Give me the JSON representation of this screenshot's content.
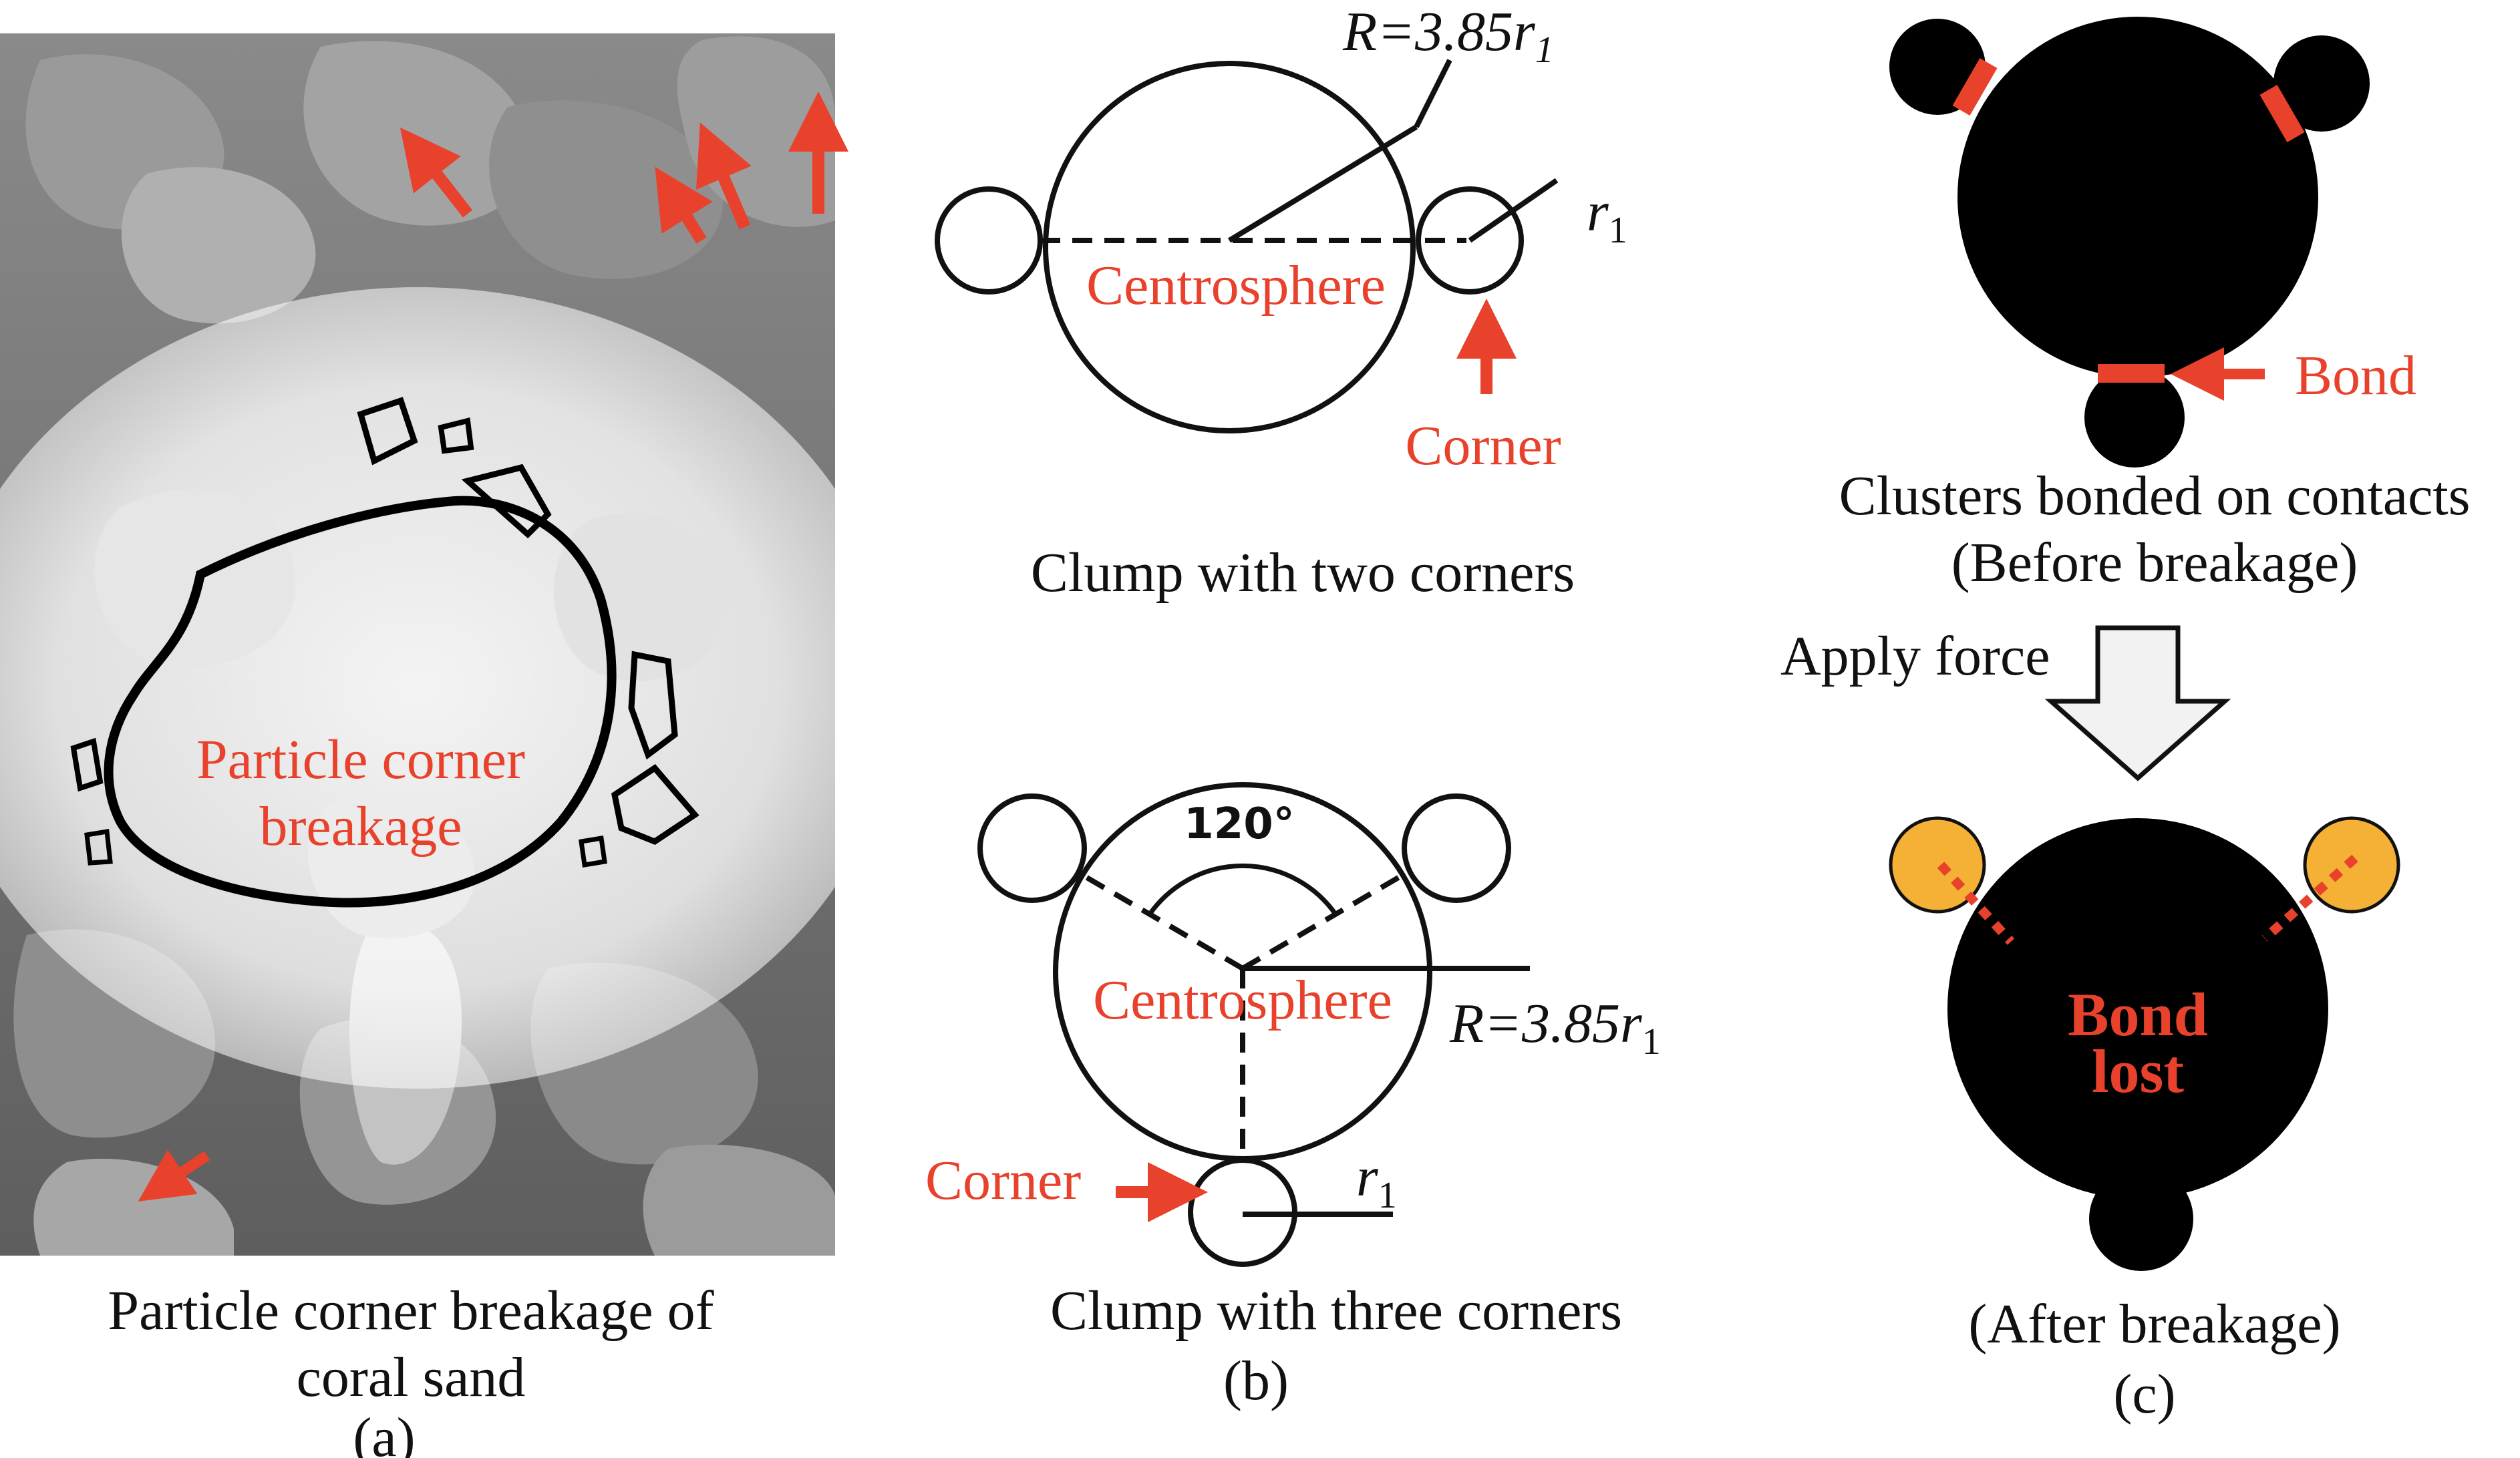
{
  "colors": {
    "accent_red": "#e8412c",
    "particle_black": "#000000",
    "broken_corner_orange": "#f4b135",
    "photo_gray": "#7a7a7a",
    "overlay_white": "#ffffff"
  },
  "panel_a": {
    "caption_line1": "Particle corner breakage of",
    "caption_line2": "coral sand",
    "label": "(a)",
    "overlay_line1": "Particle corner",
    "overlay_line2": "breakage"
  },
  "panel_b": {
    "two": {
      "radius_label": "R=3.85r",
      "radius_sub": "1",
      "small_label": "r",
      "small_sub": "1",
      "centro_label": "Centrosphere",
      "corner_label": "Corner",
      "caption": "Clump with two corners"
    },
    "three": {
      "angle_label": "120°",
      "centro_label": "Centrosphere",
      "radius_label": "R=3.85r",
      "radius_sub": "1",
      "corner_label": "Corner",
      "small_label": "r",
      "small_sub": "1",
      "caption": "Clump with three corners"
    },
    "label": "(b)"
  },
  "panel_c": {
    "bond_label": "Bond",
    "before_line1": "Clusters bonded on contacts",
    "before_line2": "(Before breakage)",
    "apply_label": "Apply force",
    "lost_line1": "Bond",
    "lost_line2": "lost",
    "after_label": "(After breakage)",
    "label": "(c)"
  }
}
